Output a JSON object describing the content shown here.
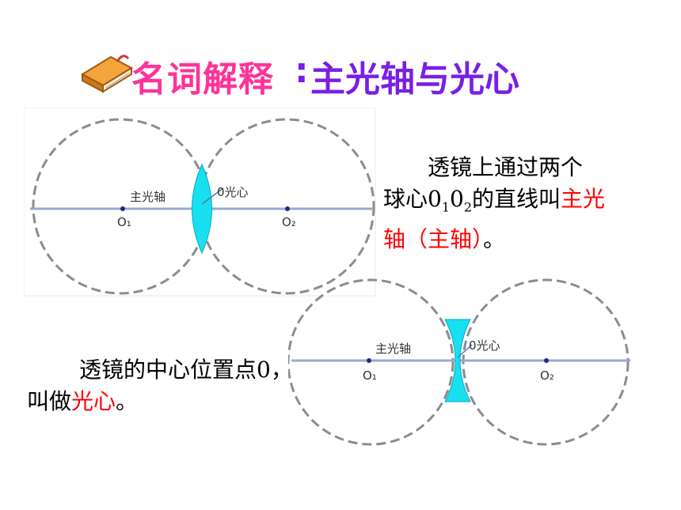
{
  "title": {
    "term": "名词解释",
    "colon": ":",
    "topic": "主光轴与光心"
  },
  "diagram_top": {
    "axis_label": "主光轴",
    "center_label": "0光心",
    "focus1_label": "O₁",
    "focus2_label": "O₂"
  },
  "diagram_bottom": {
    "axis_label": "主光轴",
    "center_label": "0光心",
    "focus1_label": "O₁",
    "focus2_label": "O₂"
  },
  "para1": {
    "line1": "透镜上通过两个",
    "line2_a": "球心0",
    "sub1": "1",
    "line2_b": "0",
    "sub2": "2",
    "line2_c": "的直线叫",
    "term_a": "主光",
    "term_b": "轴（主轴）",
    "end": "。"
  },
  "para2": {
    "line1": "透镜的中心位置点0，",
    "line2_a": "叫做",
    "term": "光心",
    "end": "。"
  },
  "colors": {
    "title_term": "#ff3399",
    "title_topic": "#7a1fe6",
    "highlight": "#ff0000",
    "lens_fill": "#19e0f0",
    "circle_stroke": "#8c8c8c",
    "axis_stroke": "#99aacc"
  }
}
